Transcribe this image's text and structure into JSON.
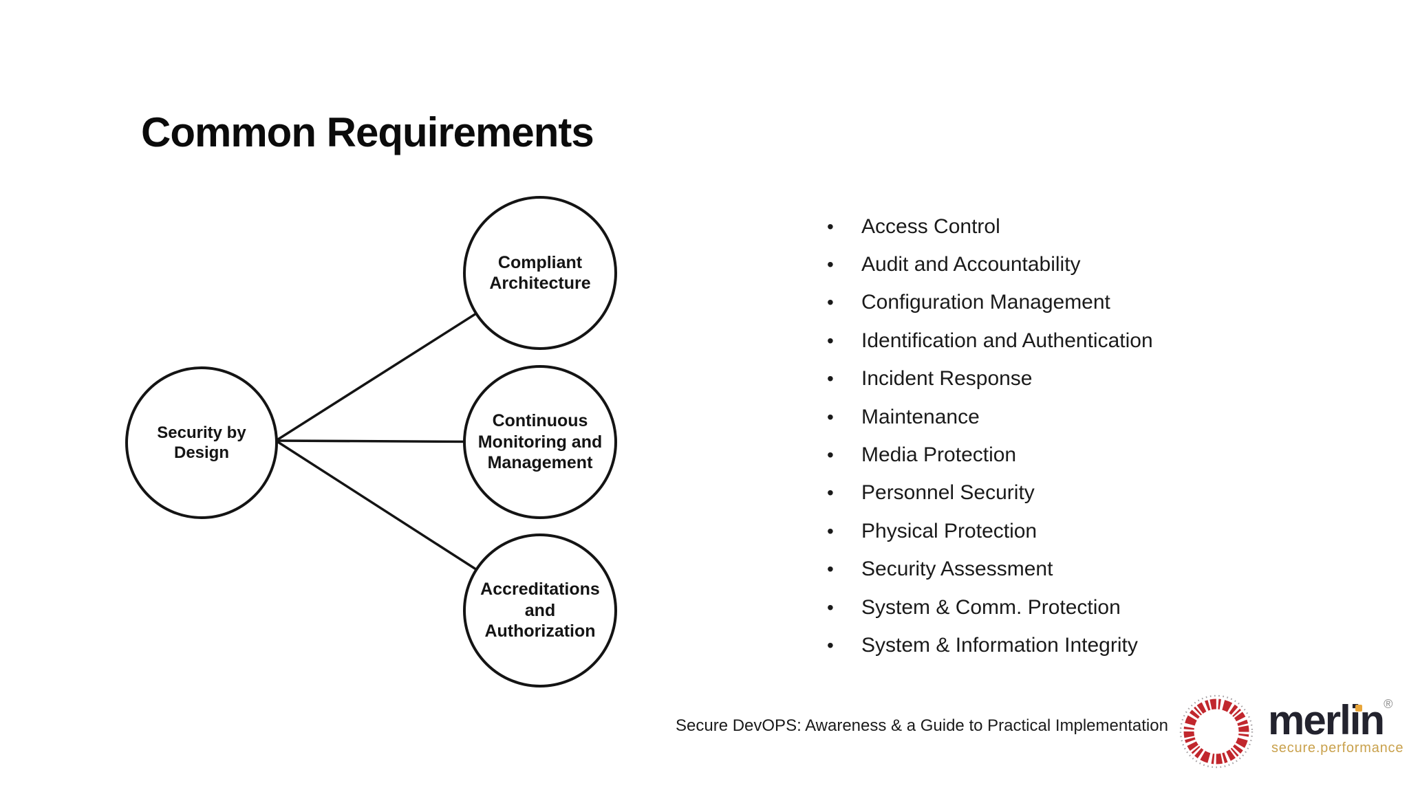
{
  "slide": {
    "title": "Common Requirements",
    "footer": "Secure DevOPS: Awareness & a Guide to Practical Implementation"
  },
  "diagram": {
    "root": {
      "label": "Security by Design"
    },
    "nodes": [
      {
        "label": "Compliant Architecture"
      },
      {
        "label": "Continuous Monitoring and Management"
      },
      {
        "label": "Accreditations and Authorization"
      }
    ]
  },
  "bullets": {
    "glyph": "•",
    "items": [
      "Access Control",
      "Audit and Accountability",
      "Configuration Management",
      "Identification and Authentication",
      "Incident Response",
      "Maintenance",
      "Media Protection",
      "Personnel Security",
      "Physical Protection",
      "Security Assessment",
      "System & Comm. Protection",
      "System & Information Integrity"
    ]
  },
  "logo": {
    "brand": "merlin",
    "registered": "®",
    "tagline": "secure.performance",
    "colors": {
      "brand_dark": "#23232e",
      "gold": "#c9a14c",
      "emblem_red": "#c1272d"
    }
  }
}
